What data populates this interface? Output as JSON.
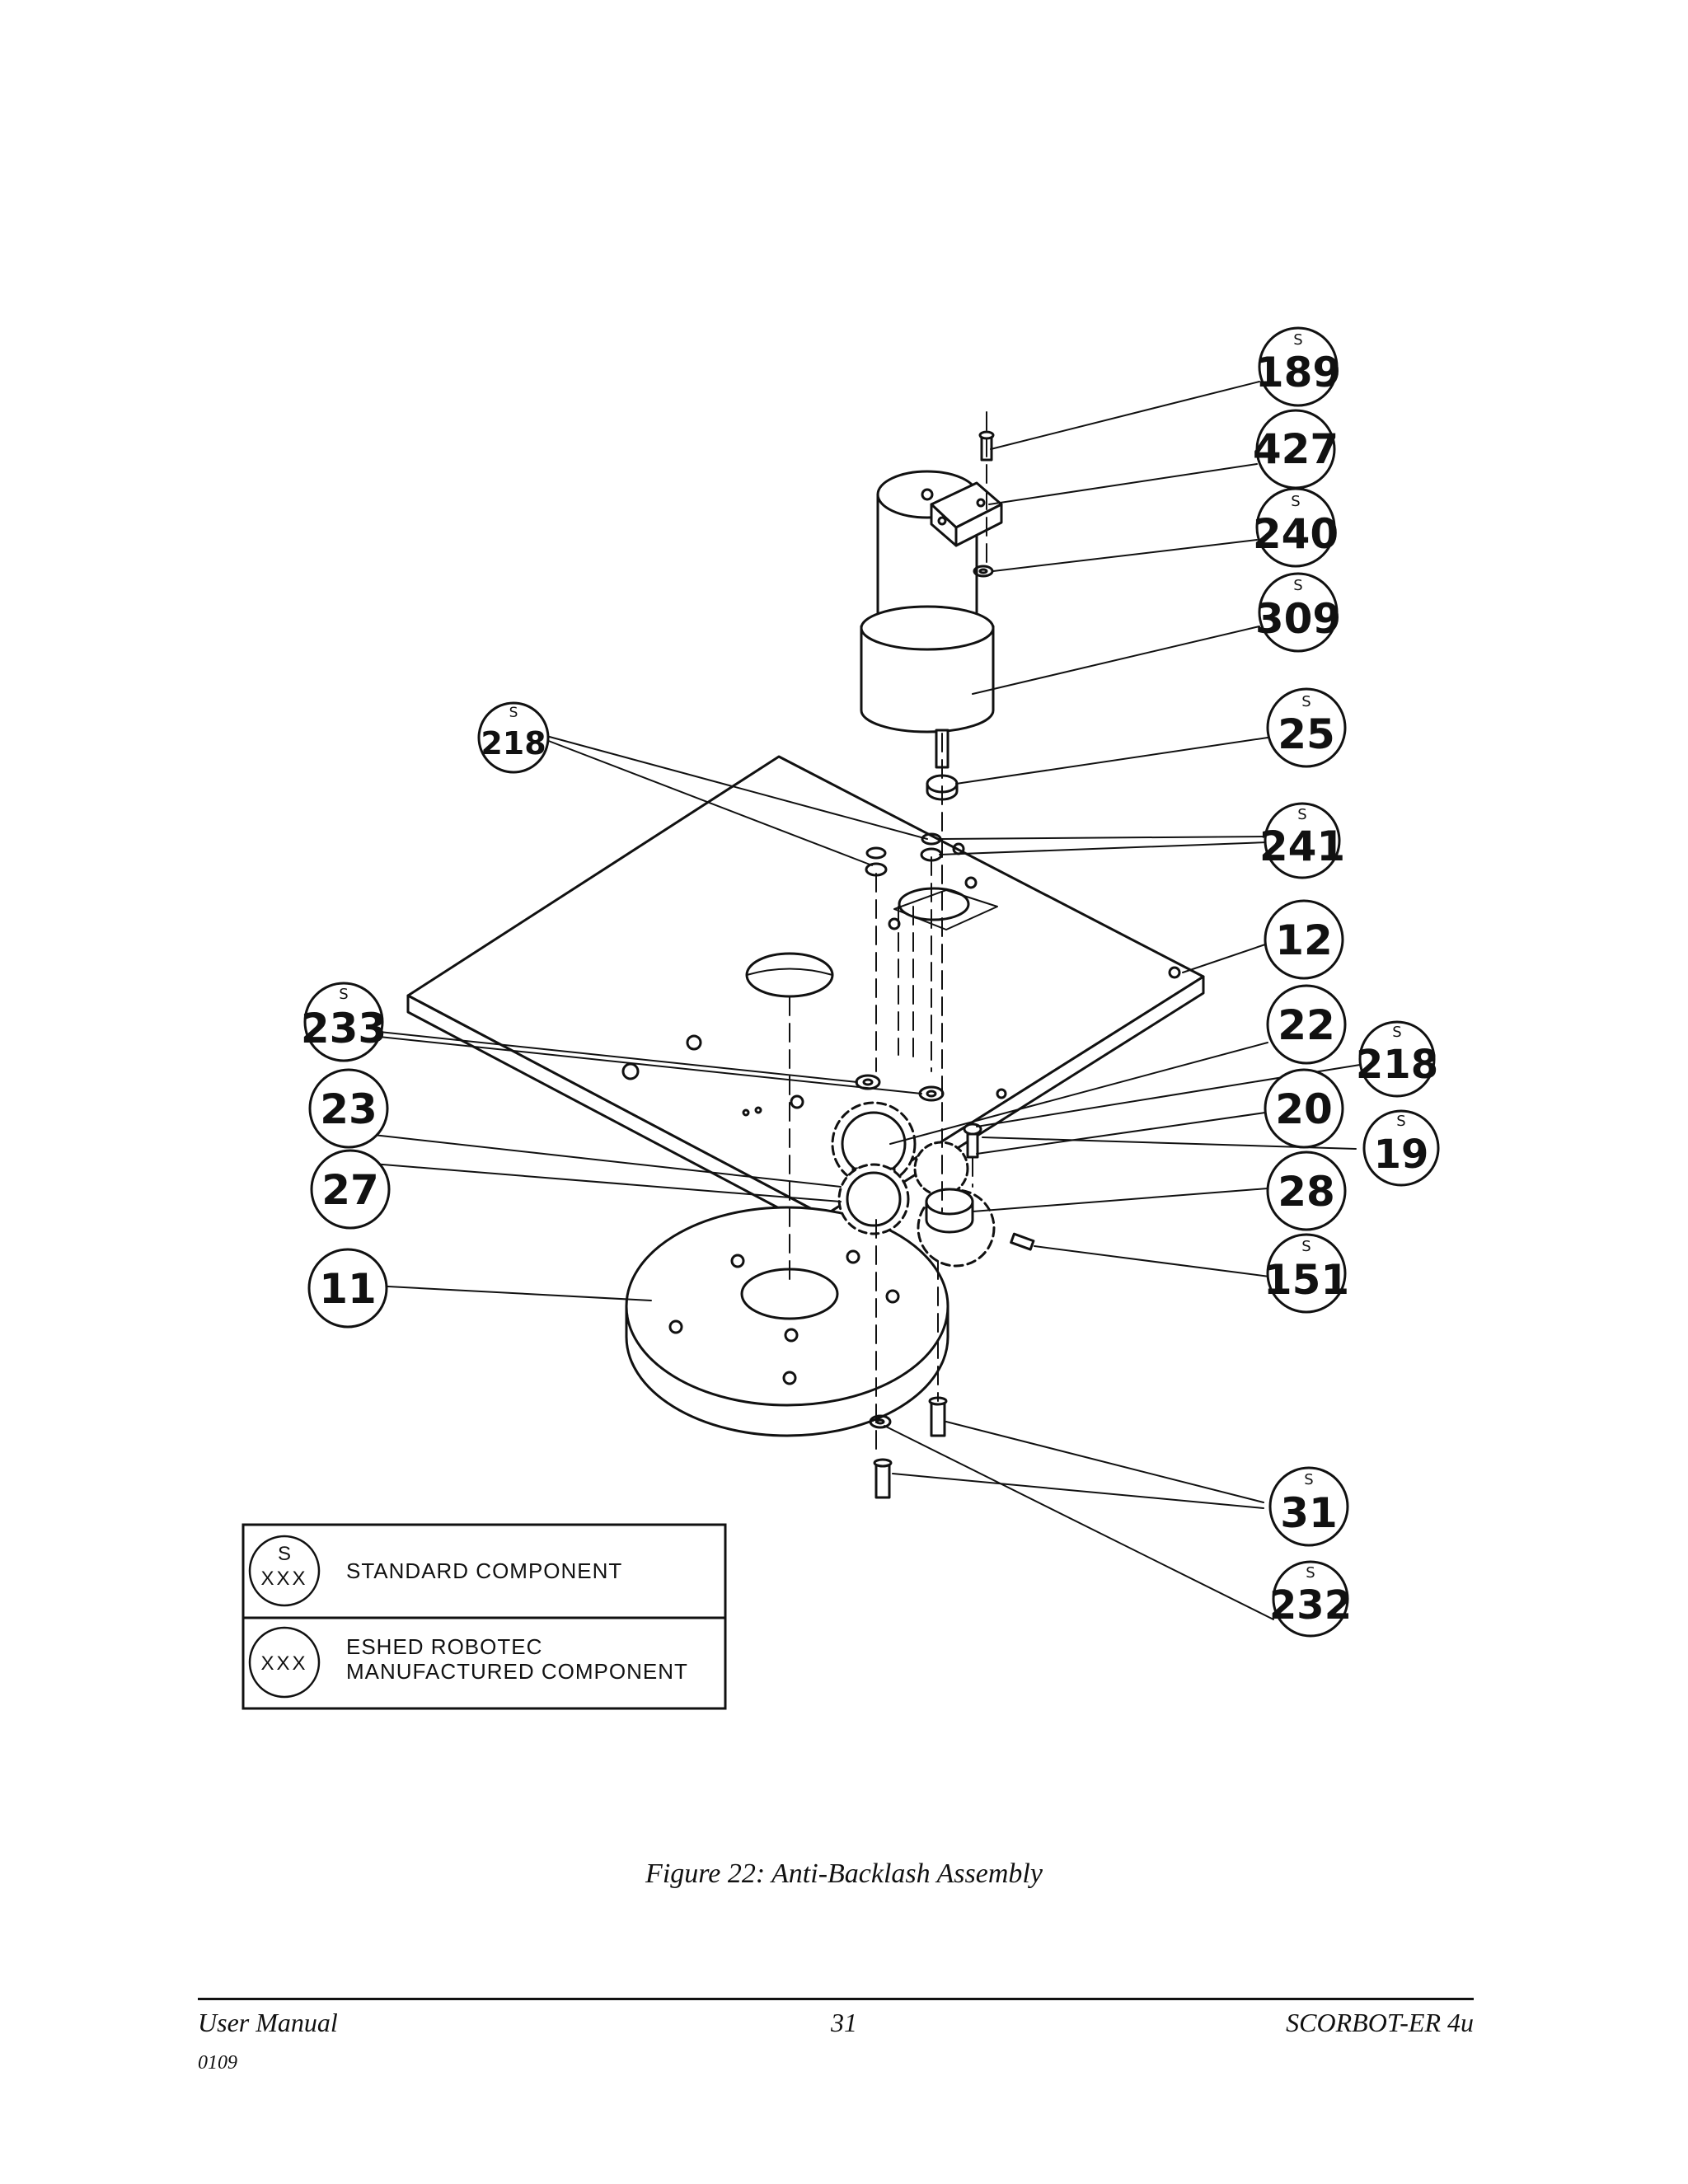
{
  "figure": {
    "caption": "Figure 22: Anti-Backlash Assembly",
    "standard_marker": "S",
    "callouts": [
      {
        "id": "c189",
        "label": "189",
        "standard": true
      },
      {
        "id": "c427",
        "label": "427",
        "standard": false
      },
      {
        "id": "c240",
        "label": "240",
        "standard": true
      },
      {
        "id": "c309",
        "label": "309",
        "standard": true
      },
      {
        "id": "c218a",
        "label": "218",
        "standard": true
      },
      {
        "id": "c25",
        "label": "25",
        "standard": true
      },
      {
        "id": "c241",
        "label": "241",
        "standard": true
      },
      {
        "id": "c12",
        "label": "12",
        "standard": false
      },
      {
        "id": "c233",
        "label": "233",
        "standard": true
      },
      {
        "id": "c22",
        "label": "22",
        "standard": false
      },
      {
        "id": "c218b",
        "label": "218",
        "standard": true
      },
      {
        "id": "c23",
        "label": "23",
        "standard": false
      },
      {
        "id": "c20",
        "label": "20",
        "standard": false
      },
      {
        "id": "c19",
        "label": "19",
        "standard": true
      },
      {
        "id": "c27",
        "label": "27",
        "standard": false
      },
      {
        "id": "c28",
        "label": "28",
        "standard": false
      },
      {
        "id": "c151",
        "label": "151",
        "standard": true
      },
      {
        "id": "c11",
        "label": "11",
        "standard": false
      },
      {
        "id": "c31",
        "label": "31",
        "standard": true
      },
      {
        "id": "c232",
        "label": "232",
        "standard": true
      }
    ]
  },
  "legend": {
    "standard": {
      "marker": "S",
      "code": "XXX",
      "text": "STANDARD COMPONENT"
    },
    "manufactured": {
      "code": "XXX",
      "line1": "ESHED ROBOTEC",
      "line2": "MANUFACTURED COMPONENT"
    }
  },
  "footer": {
    "left": "User Manual",
    "page": "31",
    "right": "SCORBOT-ER 4u",
    "code": "0109"
  }
}
